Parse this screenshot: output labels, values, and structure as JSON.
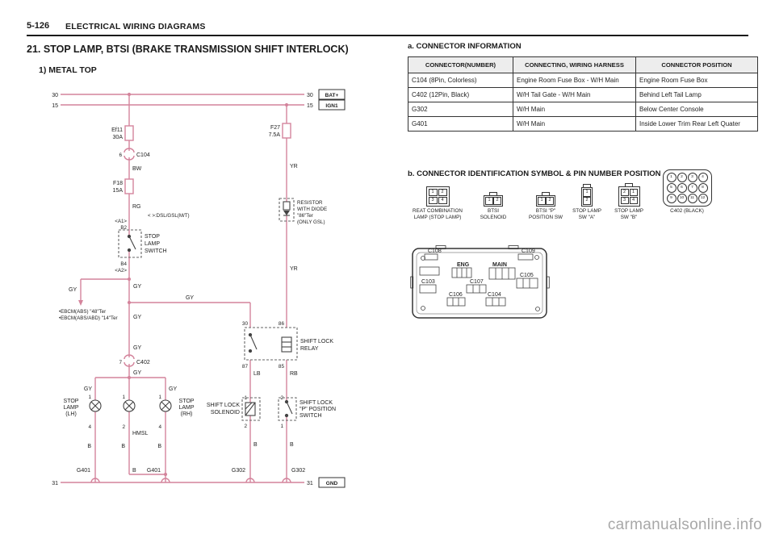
{
  "page": {
    "code": "5-126",
    "header": "ELECTRICAL WIRING DIAGRAMS",
    "title": "21. STOP LAMP, BTSI (BRAKE TRANSMISSION SHIFT INTERLOCK)",
    "subtitle": "1) METAL TOP",
    "watermark": "carmanualsonline.info"
  },
  "diagram": {
    "rails": {
      "bat_l": "30",
      "bat_r": "30",
      "bat_box": "BAT+",
      "ign_l": "15",
      "ign_r": "15",
      "ign_box": "IGN1",
      "gnd_l": "31",
      "gnd_r": "31",
      "gnd_box": "GND"
    },
    "fuses": {
      "ef11_name": "Ef11",
      "ef11_amp": "30A",
      "f18_name": "F18",
      "f18_amp": "15A",
      "f27_name": "F27",
      "f27_amp": "7.5A"
    },
    "connectors": {
      "c104_pin": "6",
      "c104_name": "C104",
      "c402_pin": "7",
      "c402_name": "C402"
    },
    "wires": {
      "bw": "BW",
      "rg": "RG",
      "yr1": "YR",
      "yr2": "YR",
      "gy1": "GY",
      "gy2": "GY",
      "gy3": "GY",
      "gy4": "GY",
      "gy5": "GY",
      "gy6": "GY",
      "gy7": "GY",
      "gy8": "GY",
      "lb": "LB",
      "rb": "RB",
      "b_lh": "B",
      "b_hmsl": "B",
      "b_rh": "B",
      "b_sol": "B",
      "b_psw": "B"
    },
    "notes": {
      "dsl": "< >:DSL/GSL(M/T)",
      "a1": "<A1>",
      "b2": "B2",
      "b4": "B4",
      "a2": "<A2>",
      "ebcm1": "•EBCM(ABS) \"48\"Ter",
      "ebcm2": "•EBCM(ABS/ABD) \"14\"Ter"
    },
    "stop_switch": {
      "l1": "STOP",
      "l2": "LAMP",
      "l3": "SWITCH"
    },
    "resistor": {
      "l1": "RESISTOR",
      "l2": "WITH DIODE",
      "l3": "\"86\"Ter",
      "l4": "(ONLY GSL)"
    },
    "relay": {
      "pin30": "30",
      "pin86": "86",
      "pin87": "87",
      "pin85": "85",
      "l1": "SHIFT LOCK",
      "l2": "RELAY"
    },
    "lamps": {
      "lh_l1": "STOP",
      "lh_l2": "LAMP",
      "lh_l3": "(LH)",
      "lh_p1": "1",
      "lh_p4": "4",
      "hmsl_name": "HMSL",
      "hmsl_p1": "1",
      "hmsl_p2": "2",
      "rh_l1": "STOP",
      "rh_l2": "LAMP",
      "rh_l3": "(RH)",
      "rh_p1": "1",
      "rh_p4": "4"
    },
    "solenoid": {
      "l1": "SHIFT LOCK",
      "l2": "SOLENOID",
      "p1": "1",
      "p2": "2"
    },
    "pswitch": {
      "l1": "SHIFT LOCK",
      "l2": "\"P\" POSITION",
      "l3": "SWITCH",
      "p2": "2",
      "p1": "1"
    },
    "grounds": {
      "g401_lh": "G401",
      "b_mid": "B",
      "g401_rh": "G401",
      "g302_sol": "G302",
      "g302_psw": "G302"
    }
  },
  "info": {
    "heading_a": "a. CONNECTOR  INFORMATION",
    "table": {
      "headers": [
        "CONNECTOR(NUMBER)",
        "CONNECTING, WIRING HARNESS",
        "CONNECTOR POSITION"
      ],
      "rows": [
        [
          "C104 (8Pin, Colorless)",
          "Engine Room Fuse Box - W/H Main",
          "Engine Room Fuse Box"
        ],
        [
          "C402 (12Pin, Black)",
          "W/H Tail Gate - W/H Main",
          "Behind Left Tail Lamp"
        ],
        [
          "G302",
          "W/H Main",
          "Below Center Console"
        ],
        [
          "G401",
          "W/H Main",
          "Inside Lower Trim Rear Left Quater"
        ]
      ]
    },
    "heading_b": "b. CONNECTOR  IDENTIFICATION  SYMBOL  &  PIN  NUMBER  POSITION",
    "symbols": [
      {
        "caption1": "REAT COMBINATION",
        "caption2": "LAMP (STOP LAMP)",
        "pins": [
          "1",
          "2",
          "3",
          "4"
        ]
      },
      {
        "caption1": "BTSI",
        "caption2": "SOLENOID",
        "pins": [
          "1",
          "2"
        ]
      },
      {
        "caption1": "BTSI \"P\"",
        "caption2": "POSITION SW",
        "pins": [
          "1",
          "2"
        ]
      },
      {
        "caption1": "STOP LAMP",
        "caption2": "SW \"A\"",
        "pins": [
          "1",
          "2"
        ]
      },
      {
        "caption1": "STOP LAMP",
        "caption2": "SW \"B\"",
        "pins": [
          "2",
          "1",
          "3",
          "4"
        ]
      },
      {
        "caption1": "C402 (BLACK)",
        "caption2": "",
        "pins": [
          "1",
          "2",
          "3",
          "4",
          "5",
          "6",
          "7",
          "8",
          "9",
          "10",
          "11",
          "12"
        ]
      }
    ],
    "fusebox": {
      "labels": [
        "C108",
        "C109",
        "ENG",
        "MAIN",
        "C103",
        "C107",
        "C105",
        "C106",
        "C104"
      ]
    }
  }
}
